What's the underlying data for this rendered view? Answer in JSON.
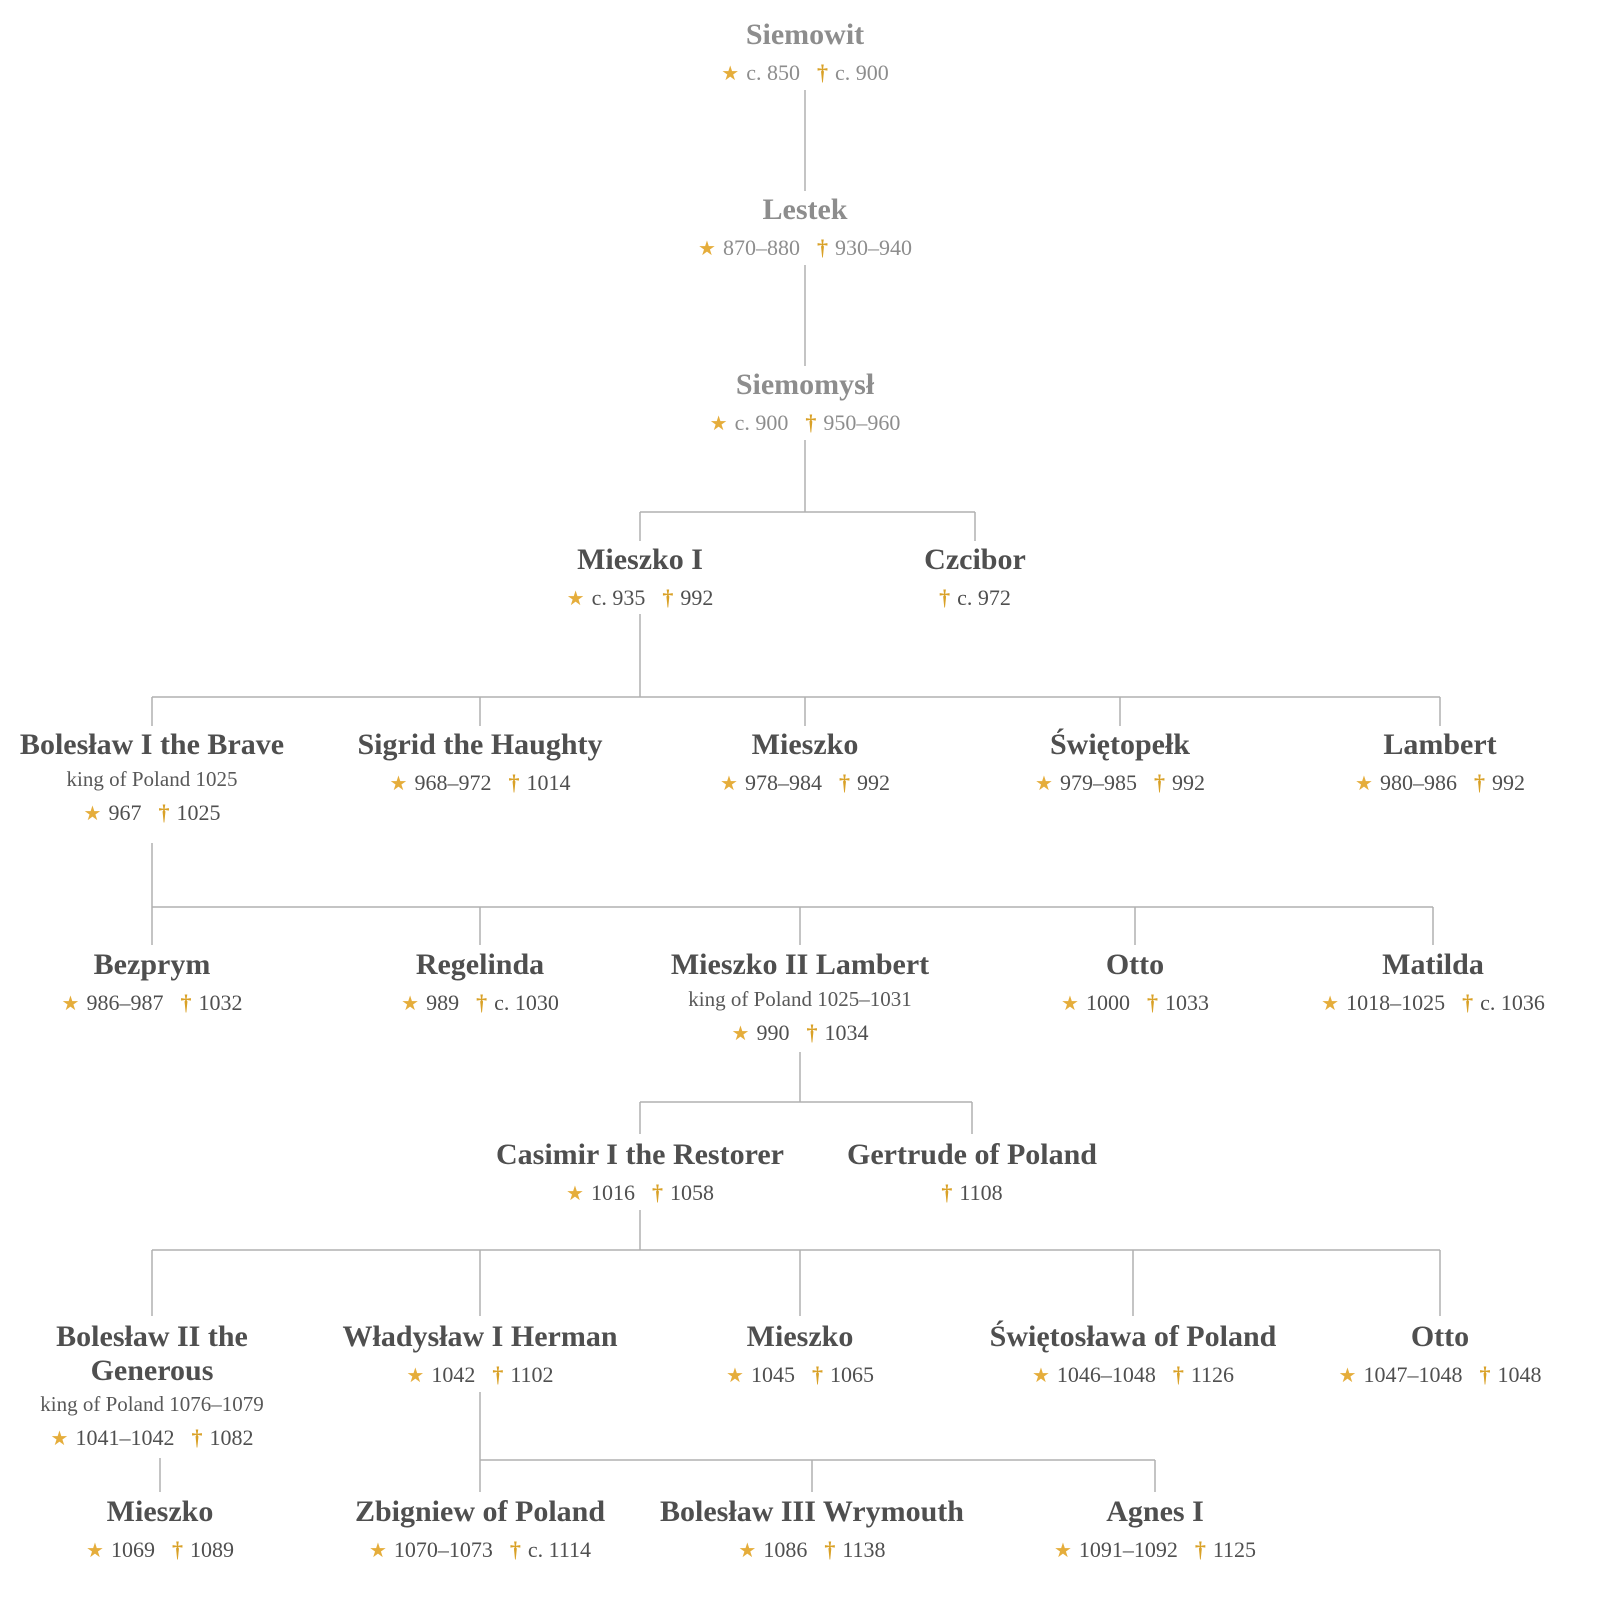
{
  "icons": {
    "birth": "★",
    "death": "†"
  },
  "colors": {
    "background": "#ffffff",
    "name": "#4f4f4f",
    "name_legendary": "#8d8d8d",
    "subtitle": "#585858",
    "star": "#e5ad3b",
    "cross": "#d9a127",
    "connector": "#b0b0b0"
  },
  "persons": [
    {
      "id": "siemowit",
      "name": "Siemowit",
      "born": "c. 850",
      "died": "c. 900",
      "legendary": true
    },
    {
      "id": "lestek",
      "name": "Lestek",
      "born": "870–880",
      "died": "930–940",
      "legendary": true
    },
    {
      "id": "siemomysl",
      "name": "Siemomysł",
      "born": "c. 900",
      "died": "950–960",
      "legendary": true
    },
    {
      "id": "mieszko-i",
      "name": "Mieszko I",
      "born": "c. 935",
      "died": "992"
    },
    {
      "id": "czcibor",
      "name": "Czcibor",
      "died": "c. 972"
    },
    {
      "id": "boleslaw-i",
      "name": "Bolesław I the Brave",
      "title": "king of Poland 1025",
      "born": "967",
      "died": "1025"
    },
    {
      "id": "sigrid",
      "name": "Sigrid the Haughty",
      "born": "968–972",
      "died": "1014"
    },
    {
      "id": "mieszko-978",
      "name": "Mieszko",
      "born": "978–984",
      "died": "992"
    },
    {
      "id": "swietopelk",
      "name": "Świętopełk",
      "born": "979–985",
      "died": "992"
    },
    {
      "id": "lambert",
      "name": "Lambert",
      "born": "980–986",
      "died": "992"
    },
    {
      "id": "bezprym",
      "name": "Bezprym",
      "born": "986–987",
      "died": "1032"
    },
    {
      "id": "regelinda",
      "name": "Regelinda",
      "born": "989",
      "died": "c. 1030"
    },
    {
      "id": "mieszko-ii",
      "name": "Mieszko II Lambert",
      "title": "king of Poland 1025–1031",
      "born": "990",
      "died": "1034"
    },
    {
      "id": "otto-1000",
      "name": "Otto",
      "born": "1000",
      "died": "1033"
    },
    {
      "id": "matilda",
      "name": "Matilda",
      "born": "1018–1025",
      "died": "c. 1036"
    },
    {
      "id": "casimir-i",
      "name": "Casimir I the Restorer",
      "born": "1016",
      "died": "1058"
    },
    {
      "id": "gertrude",
      "name": "Gertrude of Poland",
      "died": "1108"
    },
    {
      "id": "boleslaw-ii",
      "name": "Bolesław II the Generous",
      "title": "king of Poland 1076–1079",
      "born": "1041–1042",
      "died": "1082"
    },
    {
      "id": "wladyslaw-i",
      "name": "Władysław I Herman",
      "born": "1042",
      "died": "1102"
    },
    {
      "id": "mieszko-1045",
      "name": "Mieszko",
      "born": "1045",
      "died": "1065"
    },
    {
      "id": "swietoslawa",
      "name": "Świętosława of Poland",
      "born": "1046–1048",
      "died": "1126"
    },
    {
      "id": "otto-1047",
      "name": "Otto",
      "born": "1047–1048",
      "died": "1048"
    },
    {
      "id": "mieszko-1069",
      "name": "Mieszko",
      "born": "1069",
      "died": "1089"
    },
    {
      "id": "zbigniew",
      "name": "Zbigniew of Poland",
      "born": "1070–1073",
      "died": "c. 1114"
    },
    {
      "id": "boleslaw-iii",
      "name": "Bolesław III Wrymouth",
      "born": "1086",
      "died": "1138"
    },
    {
      "id": "agnes-i",
      "name": "Agnes I",
      "born": "1091–1092",
      "died": "1125"
    }
  ],
  "relationships": [
    {
      "parent": "siemowit",
      "children": [
        "lestek"
      ]
    },
    {
      "parent": "lestek",
      "children": [
        "siemomysl"
      ]
    },
    {
      "parent": "siemomysl",
      "children": [
        "mieszko-i",
        "czcibor"
      ]
    },
    {
      "parent": "mieszko-i",
      "children": [
        "boleslaw-i",
        "sigrid",
        "mieszko-978",
        "swietopelk",
        "lambert"
      ]
    },
    {
      "parent": "boleslaw-i",
      "children": [
        "bezprym",
        "regelinda",
        "mieszko-ii",
        "otto-1000",
        "matilda"
      ]
    },
    {
      "parent": "mieszko-ii",
      "children": [
        "casimir-i",
        "gertrude"
      ]
    },
    {
      "parent": "casimir-i",
      "children": [
        "boleslaw-ii",
        "wladyslaw-i",
        "mieszko-1045",
        "swietoslawa",
        "otto-1047"
      ]
    },
    {
      "parent": "boleslaw-ii",
      "children": [
        "mieszko-1069"
      ]
    },
    {
      "parent": "wladyslaw-i",
      "children": [
        "zbigniew",
        "boleslaw-iii",
        "agnes-i"
      ]
    }
  ]
}
